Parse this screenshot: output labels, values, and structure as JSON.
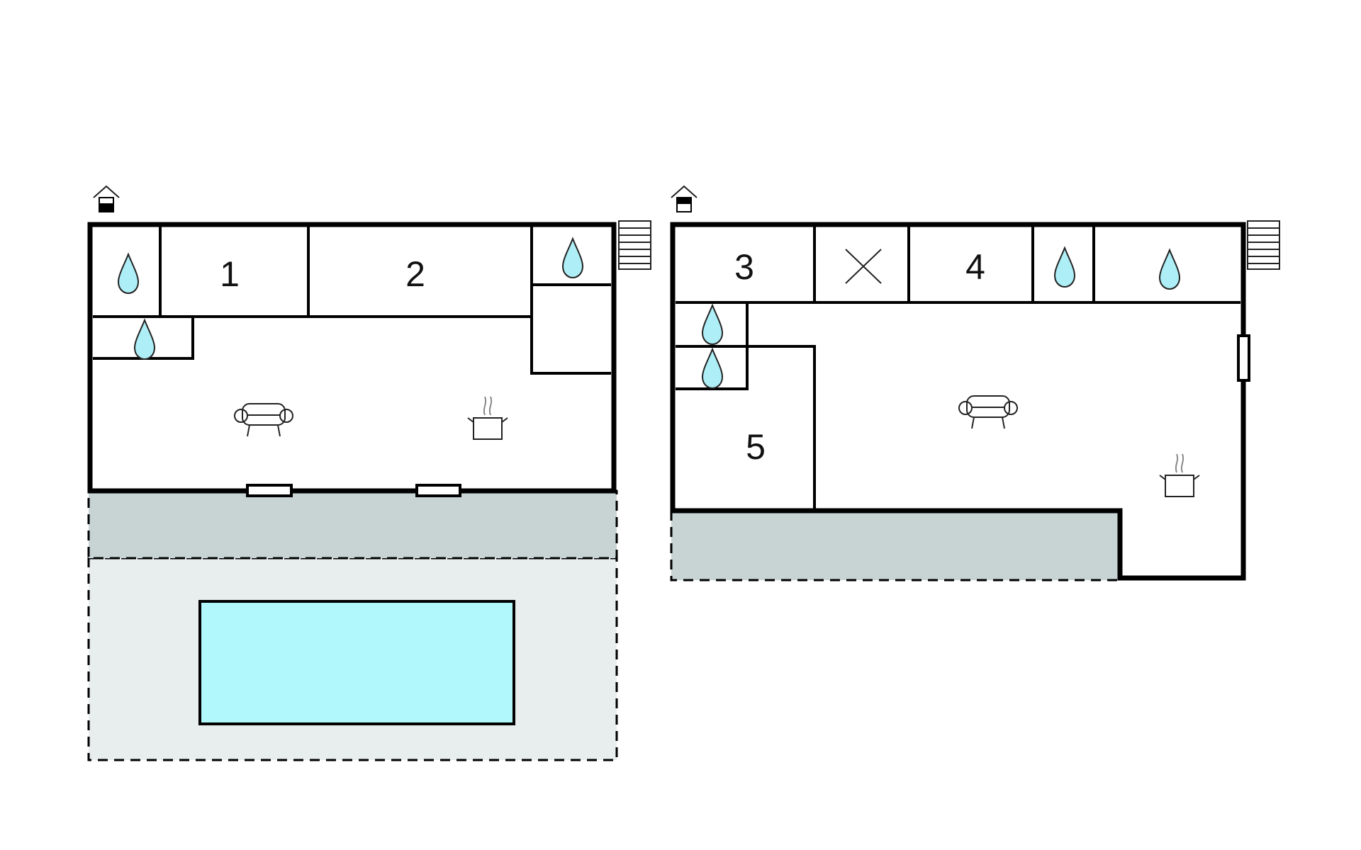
{
  "plan_left": {
    "rooms": [
      {
        "label": "1"
      },
      {
        "label": "2"
      }
    ]
  },
  "plan_right": {
    "rooms": [
      {
        "label": "3"
      },
      {
        "label": "4"
      },
      {
        "label": "5"
      }
    ]
  },
  "colors": {
    "terrace": "#c8d4d4",
    "garden": "#e8eded",
    "pool": "#b0f8fc",
    "water_drop": "#aeeef6"
  }
}
